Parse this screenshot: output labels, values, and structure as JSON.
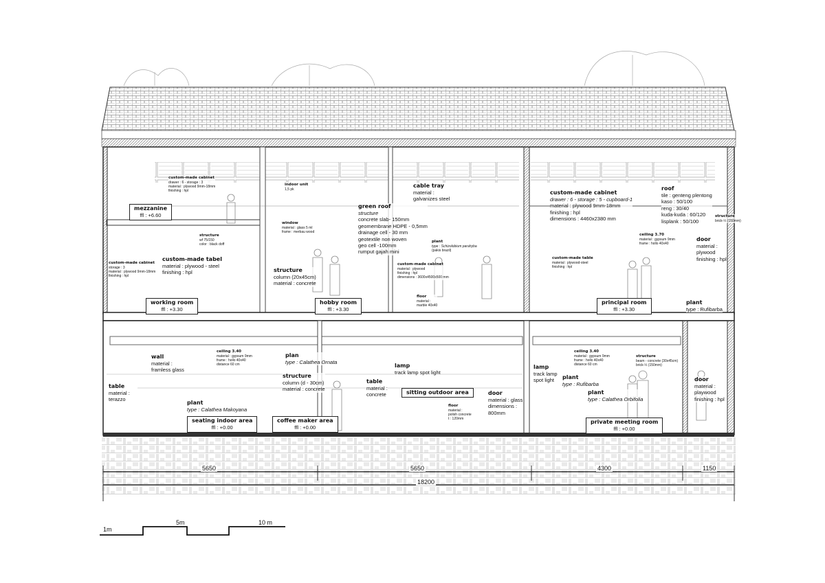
{
  "annotations": [
    {
      "title": "custom-made cabinet",
      "lines": [
        "drawer : 6 - storage : 3",
        "material : plywood 9mm-18mm",
        "finishing : hpl"
      ]
    },
    {
      "title": "structure",
      "lines": [
        "wf 75/150",
        "color : black doff"
      ]
    },
    {
      "title": "custom-made cabinet",
      "lines": [
        "storage : 3",
        "material : plywood 9mm-18mm",
        "finishing : hpl"
      ]
    },
    {
      "title": "custom-made tabel",
      "lines": [
        "material : plywood - steel",
        "finishing : hpl"
      ]
    },
    {
      "title": "indoor unit",
      "lines": [
        "1,5 pk"
      ]
    },
    {
      "title": "window",
      "lines": [
        "material : glass 5 ml",
        "frame : merbau wood"
      ]
    },
    {
      "title": "structure",
      "lines": [
        "column (20x45cm)",
        "material : concrete"
      ]
    },
    {
      "title": "green roof",
      "lines": [
        "structure",
        "concrete slab- 150mm",
        "geomembrane HDPE - 0,5mm",
        "drainage cell - 30 mm",
        "geotextile non woven",
        "geo cell -100mm",
        "rumput gajah mini"
      ]
    },
    {
      "title": "cable tray",
      "lines": [
        "material :",
        "galvanizes steel"
      ]
    },
    {
      "title": "plant",
      "lines": [
        "type : Schizolobium parahyba",
        "(pakis brazil)"
      ]
    },
    {
      "title": "custom-made cabinet",
      "lines": [
        "material : plywood",
        "finishing : hpl",
        "dimensions : 3600x4500x500 mm"
      ]
    },
    {
      "title": "floor",
      "lines": [
        "material :",
        "marble 40x40"
      ]
    },
    {
      "title": "structure",
      "lines": [
        "brick-½ (150mm)"
      ]
    },
    {
      "title": "custom-made cabinet",
      "lines": [
        "drawer : 6 - storage : 5 - cupboard-1",
        "material : plywood 9mm-18mm",
        "finishing : hpl",
        "dimensions : 4460x2380 mm"
      ]
    },
    {
      "title": "roof",
      "lines": [
        "tile : genteng plentong",
        "kaso : 50/100",
        "reng : 30/40",
        "kuda-kuda : 60/120",
        "lisplank : 50/100"
      ]
    },
    {
      "title": "ceiling 3.70",
      "lines": [
        "material : gypsum 9mm",
        "frame : hollo 40x40"
      ]
    },
    {
      "title": "door",
      "lines": [
        "material :",
        "plywood",
        "finishing : hpl"
      ]
    },
    {
      "title": "custom-made table",
      "lines": [
        "material : plywood-steel",
        "finishing : hpl"
      ]
    },
    {
      "title": "plant",
      "lines": [
        "type : Rufibarba"
      ]
    },
    {
      "title": "ceiling 3.40",
      "lines": [
        "material : gypsum 9mm",
        "frame : hollo 40x40",
        "distance 60 cm"
      ]
    },
    {
      "title": "wall",
      "lines": [
        "material :",
        "framless glass"
      ]
    },
    {
      "title": "table",
      "lines": [
        "material :",
        "terazzo"
      ]
    },
    {
      "title": "plan",
      "lines": [
        "type : Calathea Ornata"
      ]
    },
    {
      "title": "structure",
      "lines": [
        "column (d - 30cm)",
        "material : concrete"
      ]
    },
    {
      "title": "plant",
      "lines": [
        "type : Calathea Makoyana"
      ]
    },
    {
      "title": "lamp",
      "lines": [
        "track lamp spot light"
      ]
    },
    {
      "title": "table",
      "lines": [
        "material :",
        "concrete"
      ]
    },
    {
      "title": "floor",
      "lines": [
        "material :",
        "polish concrete",
        "t : 120mm"
      ]
    },
    {
      "title": "door",
      "lines": [
        "material : glass",
        "dimensions :",
        "800mm"
      ]
    },
    {
      "title": "lamp",
      "lines": [
        "track lamp",
        "spot light"
      ]
    },
    {
      "title": "ceiling 3.40",
      "lines": [
        "material : gypsum 9mm",
        "frame : hollo 40x40",
        "distance 60 cm"
      ]
    },
    {
      "title": "structure",
      "lines": [
        "beam - concrete (30x45cm)",
        "brick-½ (150mm)"
      ]
    },
    {
      "title": "plant",
      "lines": [
        "type : Rufibarba"
      ]
    },
    {
      "title": "plant",
      "lines": [
        "type : Calathea Orbifolia"
      ]
    },
    {
      "title": "door",
      "lines": [
        "material :",
        "playwood",
        "finishing : hpl"
      ]
    }
  ],
  "rooms": [
    {
      "name": "mezzanine",
      "ffl": "ffl : +6.60"
    },
    {
      "name": "working room",
      "ffl": "ffl : +3.30"
    },
    {
      "name": "hobby room",
      "ffl": "ffl : +3.30"
    },
    {
      "name": "principal room",
      "ffl": "ffl : +3.30"
    },
    {
      "name": "seating indoor area",
      "ffl": "ffl : +0.00"
    },
    {
      "name": "coffee maker area",
      "ffl": "ffl : +0.00"
    },
    {
      "name": "sitting outdoor area",
      "ffl": ""
    },
    {
      "name": "private meeting room",
      "ffl": "ffl : +0.00"
    }
  ],
  "dimensions": {
    "segments": [
      "5650",
      "5650",
      "4300",
      "1150"
    ],
    "total": "18200",
    "unit": "mm"
  },
  "scale_bar": {
    "labels": [
      "1m",
      "5m",
      "10 m"
    ]
  },
  "colors": {
    "line": "#222222",
    "hatch": "#9a9a9a",
    "background": "#ffffff"
  }
}
